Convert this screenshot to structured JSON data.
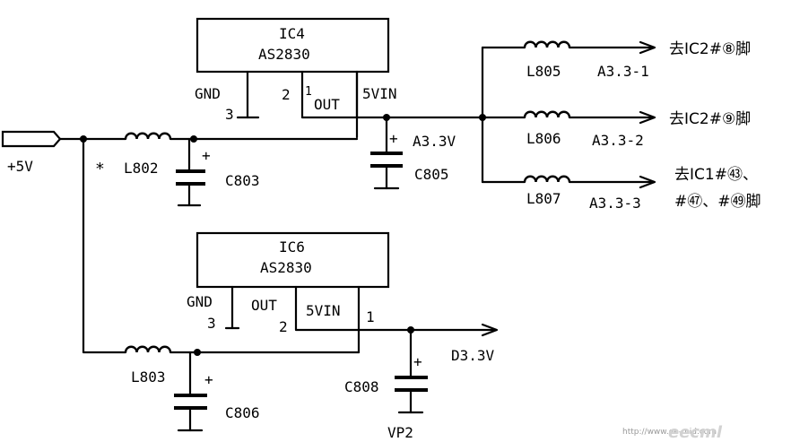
{
  "ic4": {
    "name": "IC4",
    "part": "AS2830",
    "gnd": "GND",
    "pin3": "3",
    "pin2": "2",
    "pin1": "1",
    "out": "OUT",
    "vin": "5VIN"
  },
  "ic6": {
    "name": "IC6",
    "part": "AS2830",
    "gnd": "GND",
    "pin3": "3",
    "out": "OUT",
    "pin2": "2",
    "vin": "5VIN",
    "pin1": "1"
  },
  "input": {
    "label": "+5V",
    "mark": "*"
  },
  "inductors": {
    "l802": "L802",
    "l803": "L803",
    "l805": "L805",
    "l806": "L806",
    "l807": "L807"
  },
  "capacitors": {
    "c803": "C803",
    "c805": "C805",
    "c806": "C806",
    "c808": "C808"
  },
  "polarity": "+",
  "nets": {
    "a33": "A3.3V",
    "a33_1": "A3.3-1",
    "a33_2": "A3.3-2",
    "a33_3": "A3.3-3",
    "d33": "D3.3V",
    "vp2": "VP2"
  },
  "destinations": {
    "to_ic2_pin8": "去IC2#⑧脚",
    "to_ic2_pin9": "去IC2#⑨脚",
    "to_ic1_line1": "去IC1#㊸、",
    "to_ic1_line2": "#㊼、#㊾脚"
  },
  "watermark": {
    "url": "http://www.ee-mid.com",
    "logo": "eecml"
  }
}
